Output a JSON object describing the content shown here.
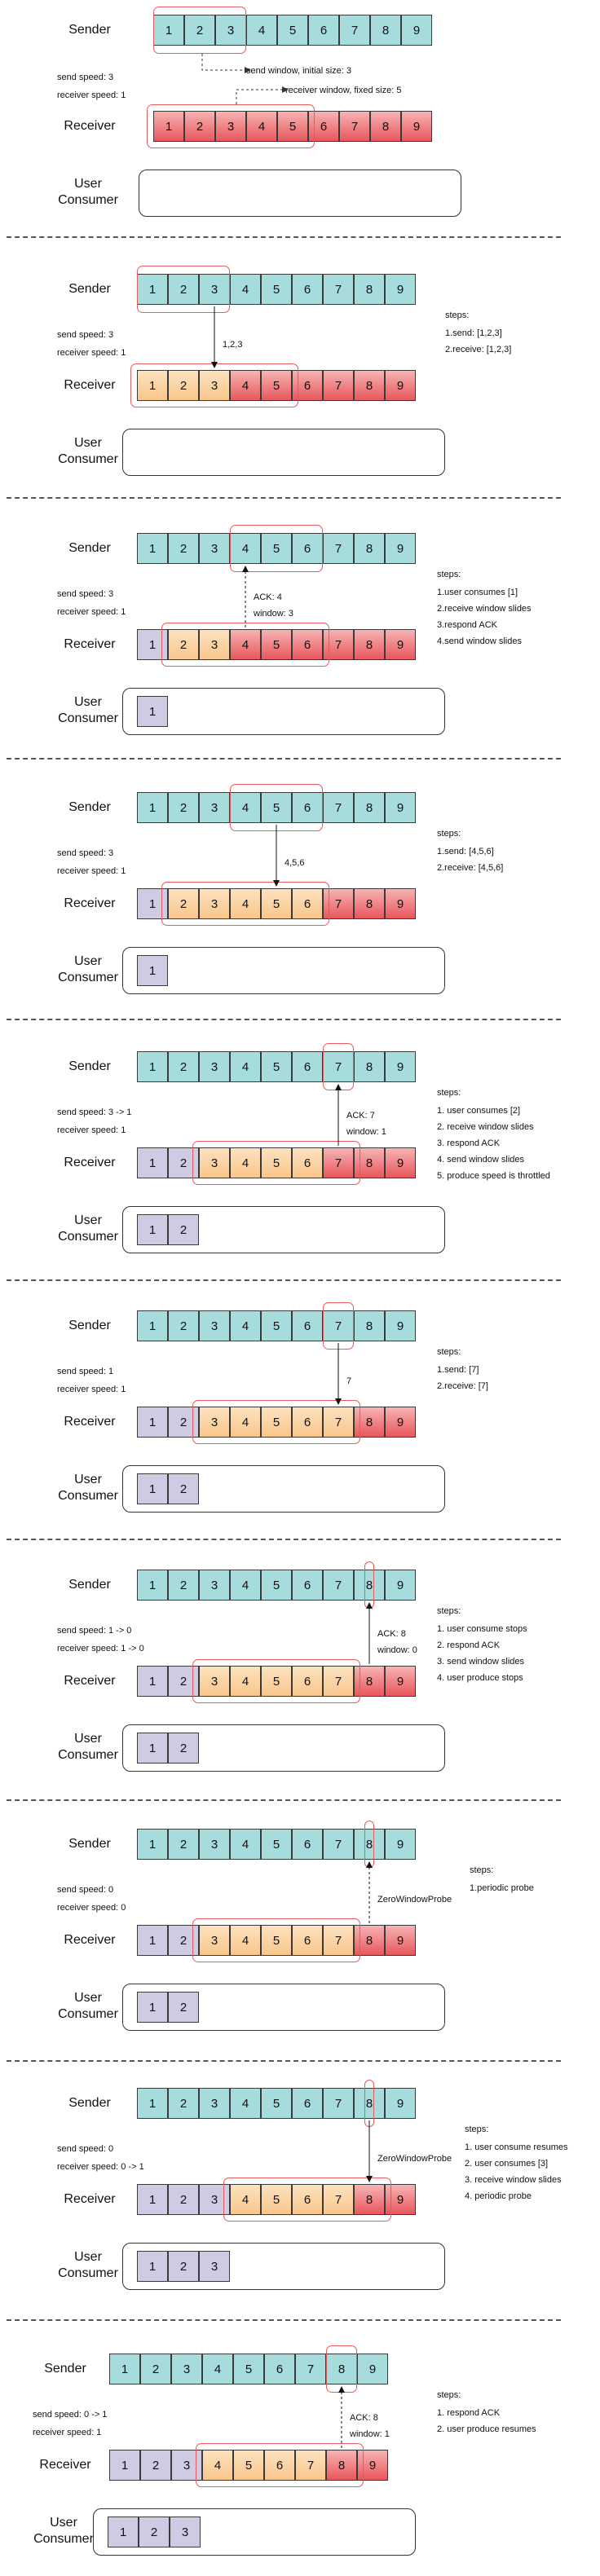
{
  "labels": {
    "sender": "Sender",
    "receiver": "Receiver",
    "user_consumer": "User\nConsumer",
    "steps": "steps:"
  },
  "cell_numbers": [
    "1",
    "2",
    "3",
    "4",
    "5",
    "6",
    "7",
    "8",
    "9"
  ],
  "colors": {
    "sent": "#a6dcdc",
    "window_free": "#e8575b",
    "received": "#f9c68c",
    "consumed": "#cfcbe3",
    "window_border": "#e8595c"
  },
  "panels": [
    {
      "speeds": [
        "send speed: 3",
        "receiver speed: 1"
      ],
      "window_notes": [
        "send window, initial size: 3",
        "receiver window, fixed size: 5"
      ],
      "receiver_colors": [
        "red",
        "red",
        "red",
        "red",
        "red",
        "red",
        "red",
        "red",
        "red"
      ],
      "consumed": [],
      "arrow": "",
      "arrow_label": [],
      "steps": []
    },
    {
      "speeds": [
        "send speed: 3",
        "receiver speed: 1"
      ],
      "receiver_colors": [
        "org",
        "org",
        "org",
        "red",
        "red",
        "red",
        "red",
        "red",
        "red"
      ],
      "consumed": [],
      "arrow": "down",
      "arrow_label": [
        "1,2,3"
      ],
      "steps": [
        "1.send: [1,2,3]",
        "2.receive: [1,2,3]"
      ]
    },
    {
      "speeds": [
        "send speed: 3",
        "receiver speed: 1"
      ],
      "receiver_colors": [
        "pur",
        "org",
        "org",
        "red",
        "red",
        "red",
        "red",
        "red",
        "red"
      ],
      "consumed": [
        "1"
      ],
      "arrow": "up",
      "arrow_label": [
        "ACK: 4",
        "window: 3"
      ],
      "steps": [
        "1.user consumes [1]",
        "2.receive window slides",
        "3.respond ACK",
        "4.send window slides"
      ]
    },
    {
      "speeds": [
        "send speed: 3",
        "receiver speed: 1"
      ],
      "receiver_colors": [
        "pur",
        "org",
        "org",
        "org",
        "org",
        "org",
        "red",
        "red",
        "red"
      ],
      "consumed": [
        "1"
      ],
      "arrow": "down",
      "arrow_label": [
        "4,5,6"
      ],
      "steps": [
        "1.send: [4,5,6]",
        "2.receive: [4,5,6]"
      ]
    },
    {
      "speeds": [
        "send speed: 3 -> 1",
        "receiver speed: 1"
      ],
      "receiver_colors": [
        "pur",
        "pur",
        "org",
        "org",
        "org",
        "org",
        "red",
        "red",
        "red"
      ],
      "consumed": [
        "1",
        "2"
      ],
      "arrow": "up",
      "arrow_label": [
        "ACK: 7",
        "window: 1"
      ],
      "steps": [
        "1. user consumes [2]",
        "2. receive window slides",
        "3. respond ACK",
        "4. send window slides",
        "5. produce speed is throttled"
      ]
    },
    {
      "speeds": [
        "send speed: 1",
        "receiver speed: 1"
      ],
      "receiver_colors": [
        "pur",
        "pur",
        "org",
        "org",
        "org",
        "org",
        "org",
        "red",
        "red"
      ],
      "consumed": [
        "1",
        "2"
      ],
      "arrow": "down",
      "arrow_label": [
        "7"
      ],
      "steps": [
        "1.send: [7]",
        "2.receive: [7]"
      ]
    },
    {
      "speeds": [
        "send speed: 1 -> 0",
        "receiver speed: 1 -> 0"
      ],
      "receiver_colors": [
        "pur",
        "pur",
        "org",
        "org",
        "org",
        "org",
        "org",
        "red",
        "red"
      ],
      "consumed": [
        "1",
        "2"
      ],
      "arrow": "up",
      "arrow_label": [
        "ACK: 8",
        "window: 0"
      ],
      "steps": [
        "1. user consume stops",
        "2. respond ACK",
        "3. send window slides",
        "4. user produce stops"
      ]
    },
    {
      "speeds": [
        "send speed: 0",
        "receiver speed: 0"
      ],
      "receiver_colors": [
        "pur",
        "pur",
        "org",
        "org",
        "org",
        "org",
        "org",
        "red",
        "red"
      ],
      "consumed": [
        "1",
        "2"
      ],
      "arrow": "up",
      "arrow_label": [
        "ZeroWindowProbe"
      ],
      "steps": [
        "1.periodic probe"
      ]
    },
    {
      "speeds": [
        "send speed: 0",
        "receiver speed: 0 -> 1"
      ],
      "receiver_colors": [
        "pur",
        "pur",
        "pur",
        "org",
        "org",
        "org",
        "org",
        "red",
        "red"
      ],
      "consumed": [
        "1",
        "2",
        "3"
      ],
      "arrow": "down",
      "arrow_label": [
        "ZeroWindowProbe"
      ],
      "steps": [
        "1. user consume resumes",
        "2. user consumes [3]",
        "3. receive window slides",
        "4. periodic probe"
      ]
    },
    {
      "speeds": [
        "send speed: 0 -> 1",
        "receiver speed: 1"
      ],
      "receiver_colors": [
        "pur",
        "pur",
        "pur",
        "org",
        "org",
        "org",
        "org",
        "red",
        "red"
      ],
      "consumed": [
        "1",
        "2",
        "3"
      ],
      "arrow": "up",
      "arrow_label": [
        "ACK: 8",
        "window: 1"
      ],
      "steps": [
        "1. respond ACK",
        "2. user produce resumes"
      ]
    }
  ]
}
